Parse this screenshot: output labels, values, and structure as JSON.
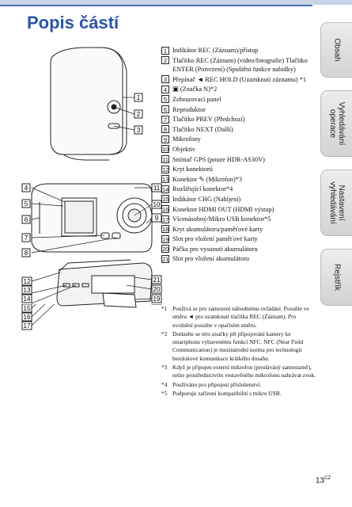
{
  "page": {
    "title": "Popis částí",
    "page_number": "13",
    "page_suffix": "CZ"
  },
  "tabs": [
    {
      "label": "Obsah"
    },
    {
      "label": "Vyhledávání operace"
    },
    {
      "label": "Nastavení vyhledávání"
    },
    {
      "label": "Rejstřík"
    }
  ],
  "parts": [
    {
      "num": "1",
      "text": "Indikátor REC (Záznam)/přístup"
    },
    {
      "num": "2",
      "text": "Tlačítko REC (Záznam) (video/fotografie) Tlačítko ENTER (Potvrzení) (Spuštění funkce nabídky)"
    },
    {
      "num": "3",
      "text": "Přepínač ◄ REC HOLD (Uzamknutí záznamu) *1"
    },
    {
      "num": "4",
      "text": "▣ (Značka N)*2"
    },
    {
      "num": "5",
      "text": "Zobrazovací panel"
    },
    {
      "num": "6",
      "text": "Reproduktor"
    },
    {
      "num": "7",
      "text": "Tlačítko PREV (Předchozí)"
    },
    {
      "num": "8",
      "text": "Tlačítko NEXT (Další)"
    },
    {
      "num": "9",
      "text": "Mikrofony"
    },
    {
      "num": "10",
      "text": "Objektiv"
    },
    {
      "num": "11",
      "text": "Snímač GPS (pouze HDR-AS30V)"
    },
    {
      "num": "12",
      "text": "Kryt konektorů"
    },
    {
      "num": "13",
      "text": "Konektor ✎ (Mikrofon)*3"
    },
    {
      "num": "14",
      "text": "Rozšiřující konektor*4"
    },
    {
      "num": "15",
      "text": "Indikátor CHG (Nabíjení)"
    },
    {
      "num": "16",
      "text": "Konektor HDMI OUT (HDMI výstup)"
    },
    {
      "num": "17",
      "text": "Vícenásobný/Mikro USB konektor*5"
    },
    {
      "num": "18",
      "text": "Kryt akumulátoru/paměťové karty"
    },
    {
      "num": "19",
      "text": "Slot pro vložení paměťové karty"
    },
    {
      "num": "20",
      "text": "Páčka pro vysunutí akumulátoru"
    },
    {
      "num": "21",
      "text": "Slot pro vložení akumulátoru"
    }
  ],
  "notes": [
    {
      "mark": "*1",
      "text": "Používá se pro zamezení náhodnému ovládání. Posuňte ve směru ◄ pro uzamknutí tlačítka REC (Záznam). Pro uvolnění posuňte v opačném směru."
    },
    {
      "mark": "*2",
      "text": "Dotkněte se této značky při připojování kamery ke smartphonu vybavenému funkcí NFC. NFC (Near Field Communication) je mezinárodní norma pro technologii bezdrátové komunikace krátkého dosahu."
    },
    {
      "mark": "*3",
      "text": "Když je připojen externí mikrofon (prodáváný samostatně), nelze prostřednictvím vestavěného mikrofonu nahrávat zvuk."
    },
    {
      "mark": "*4",
      "text": "Používáno pro připojení příslušenství."
    },
    {
      "mark": "*5",
      "text": "Podporuje zařízení kompatibilní s mikro USB."
    }
  ],
  "callouts": {
    "c1": "1",
    "c2": "2",
    "c3": "3",
    "c4": "4",
    "c5": "5",
    "c6": "6",
    "c7": "7",
    "c8": "8",
    "c9": "9",
    "c10": "10",
    "c11": "11",
    "c12": "12",
    "c13": "13",
    "c14": "14",
    "c15": "15",
    "c16": "16",
    "c17": "17",
    "c18": "18",
    "c19": "19",
    "c20": "20",
    "c21": "21"
  }
}
